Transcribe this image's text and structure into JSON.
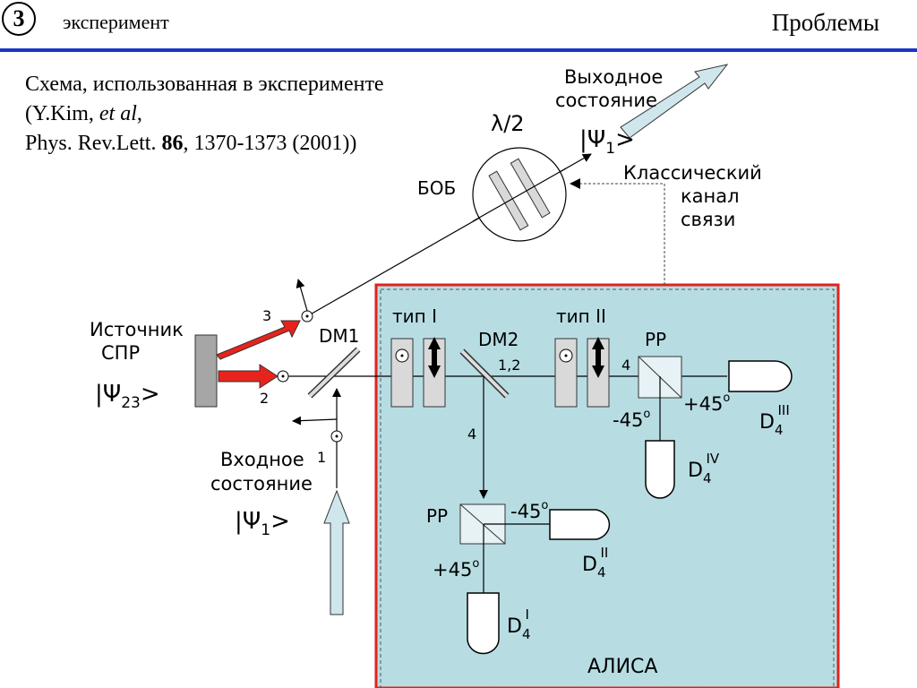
{
  "header": {
    "slide_number": "3",
    "topic": "эксперимент",
    "section": "Проблемы"
  },
  "caption": {
    "line1": "Схема, использованная в эксперименте",
    "line2_pre": "(Y.Kim, ",
    "line2_em": "et al",
    "line2_post": ",",
    "line3_pre": "Phys. Rev.Lett.  ",
    "line3_bold": "86",
    "line3_post": ", 1370-1373 (2001))"
  },
  "diagram": {
    "source_label_1": "Источник",
    "source_label_2": "СПР",
    "psi23": {
      "prefix": "|Ψ",
      "sub": "23",
      "suffix": ">"
    },
    "psi1_in": {
      "prefix": "|Ψ",
      "sub": "1",
      "suffix": ">"
    },
    "psi1_out": {
      "prefix": "|Ψ",
      "sub": "1",
      "suffix": ">"
    },
    "input_state_1": "Входное",
    "input_state_2": "состояние",
    "output_state_1": "Выходное",
    "output_state_2": "состояние",
    "lambda_label": "λ/2",
    "bob_label": "БОБ",
    "classical_1": "Классический",
    "classical_2": "канал",
    "classical_3": "связи",
    "dm1": "DM1",
    "dm2": "DM2",
    "type1": "тип  I",
    "type2": "тип  II",
    "pp": "PP",
    "beam_3": "3",
    "beam_2": "2",
    "beam_1": "1",
    "beam_12": "1,2",
    "beam_4a": "4",
    "beam_4b": "4",
    "plus45": "+45",
    "minus45": "-45",
    "deg": "o",
    "d_letter": "D",
    "d_sub": "4",
    "d1_sup": "I",
    "d2_sup": "II",
    "d3_sup": "III",
    "d4_sup": "IV",
    "alice_label": "АЛИСА"
  },
  "colors": {
    "header_line": "#1c36c8",
    "alice_fill": "#b7dde3",
    "alice_border": "#e0231c",
    "pump_arrows": "#e8231c",
    "state_arrows": "#cfe6ec",
    "source_block": "#a6a6a6"
  }
}
